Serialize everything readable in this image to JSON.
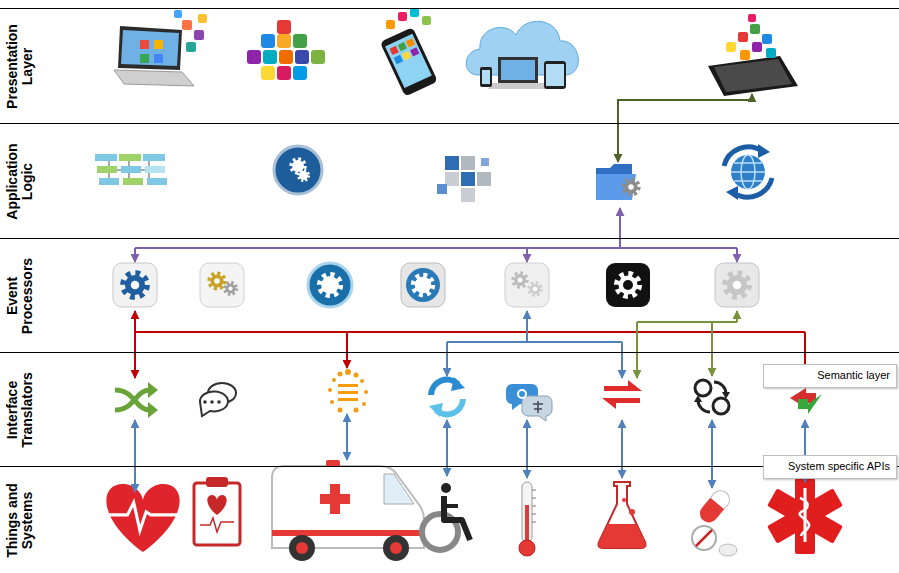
{
  "diagram": {
    "nodes": [
      {
        "text": [
          "Presentation Layer"
        ]
      },
      {
        "text": [
          "Application Logic"
        ]
      },
      {
        "text": [
          "Event Processors"
        ]
      },
      {
        "text": [
          "Interface Translators"
        ]
      },
      {
        "text": [
          "Things and Systems"
        ]
      },
      {
        "text": [
          "Semantic layer"
        ],
        "in": 3
      },
      {
        "text": [
          "System specific APIs"
        ]
      }
    ]
  }
}
